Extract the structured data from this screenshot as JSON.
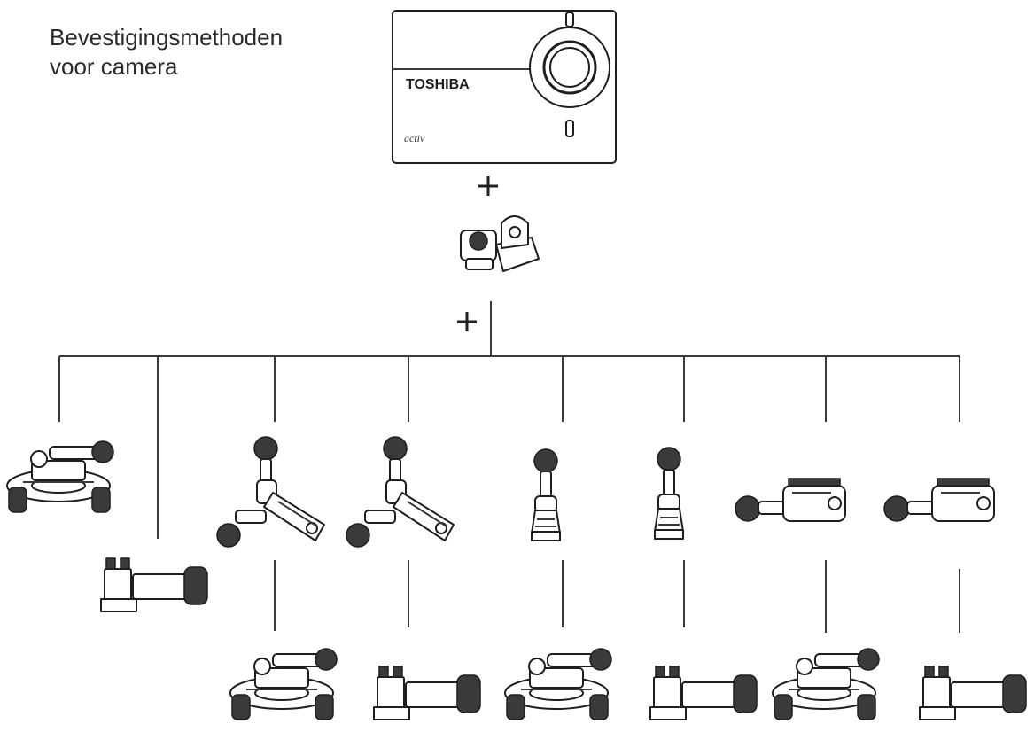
{
  "title": {
    "line1": "Bevestigingsmethoden",
    "line2": "voor camera"
  },
  "camera": {
    "brand": "TOSHIBA",
    "model": "activ"
  },
  "connectors": [
    "+",
    "+"
  ],
  "icons": {
    "camera": "action-camera-icon",
    "adapter": "tripod-adapter-icon",
    "handlebar_mount": "handlebar-mount-icon",
    "buckle_mount": "buckle-mount-icon",
    "pivot_arm": "pivot-arm-icon",
    "extension_arm": "extension-arm-icon"
  }
}
